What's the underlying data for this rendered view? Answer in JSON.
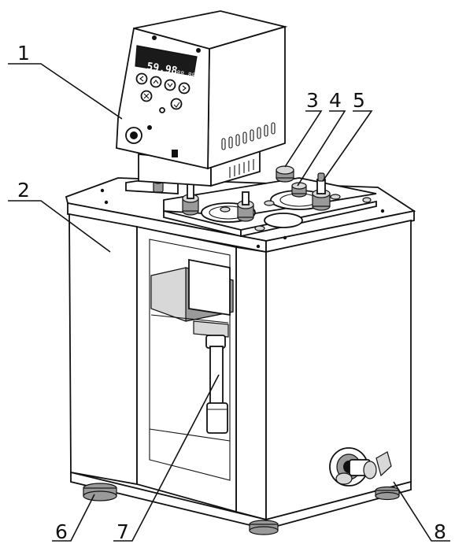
{
  "callouts": [
    {
      "id": "1",
      "label": "1"
    },
    {
      "id": "2",
      "label": "2"
    },
    {
      "id": "3",
      "label": "3"
    },
    {
      "id": "4",
      "label": "4"
    },
    {
      "id": "5",
      "label": "5"
    },
    {
      "id": "6",
      "label": "6"
    },
    {
      "id": "7",
      "label": "7"
    },
    {
      "id": "8",
      "label": "8"
    }
  ],
  "display": {
    "main_value": "59.98",
    "secondary_value": "88.88"
  },
  "colors": {
    "line": "#111111",
    "background": "#ffffff",
    "display_panel": "#1a1a1a"
  }
}
